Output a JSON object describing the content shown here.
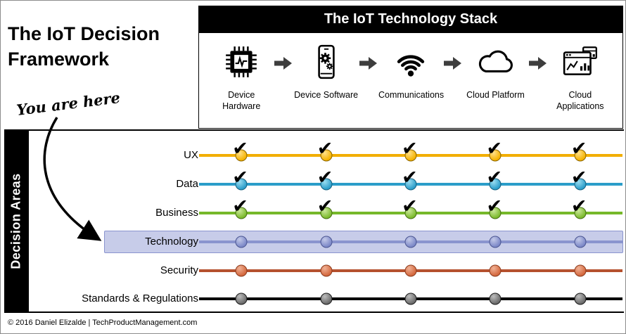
{
  "frame": {
    "title": "The IoT Decision Framework",
    "you_are_here": "You are here",
    "footer": "© 2016 Daniel Elizalde | TechProductManagement.com"
  },
  "stack": {
    "title": "The IoT Technology Stack",
    "items": [
      {
        "label": "Device Hardware",
        "icon": "chip-icon"
      },
      {
        "label": "Device Software",
        "icon": "device-software-icon"
      },
      {
        "label": "Communications",
        "icon": "wifi-icon"
      },
      {
        "label": "Cloud Platform",
        "icon": "cloud-icon"
      },
      {
        "label": "Cloud Applications",
        "icon": "cloud-apps-icon"
      }
    ]
  },
  "decision_areas": {
    "label": "Decision Areas",
    "columns": 5,
    "rows": [
      {
        "label": "UX",
        "checked": true,
        "highlighted": false,
        "colors": {
          "line": "#F2AE00",
          "base": "#F5B301",
          "hi": "#FFE08A",
          "edge": "#8A6400"
        }
      },
      {
        "label": "Data",
        "checked": true,
        "highlighted": false,
        "colors": {
          "line": "#2B9DC9",
          "base": "#2E9FCB",
          "hi": "#9ADCF0",
          "edge": "#16607F"
        }
      },
      {
        "label": "Business",
        "checked": true,
        "highlighted": false,
        "colors": {
          "line": "#76B82A",
          "base": "#7DBB2F",
          "hi": "#CBE79A",
          "edge": "#456F12"
        }
      },
      {
        "label": "Technology",
        "checked": false,
        "highlighted": true,
        "colors": {
          "line": "#8A94CE",
          "base": "#7D89C8",
          "hi": "#C3C9E8",
          "edge": "#4A5590"
        }
      },
      {
        "label": "Security",
        "checked": false,
        "highlighted": false,
        "colors": {
          "line": "#B5512E",
          "base": "#D4693F",
          "hi": "#F0B296",
          "edge": "#8A3A1C"
        }
      },
      {
        "label": "Standards & Regulations",
        "checked": false,
        "highlighted": false,
        "colors": {
          "line": "#000000",
          "base": "#6B6B6B",
          "hi": "#BDBDBD",
          "edge": "#1A1A1A"
        }
      }
    ]
  },
  "glyphs": {
    "check": "✔"
  },
  "colors": {
    "header_bg": "#000000",
    "highlight_bg": "#C7CCE9",
    "highlight_border": "#8A94CE"
  }
}
